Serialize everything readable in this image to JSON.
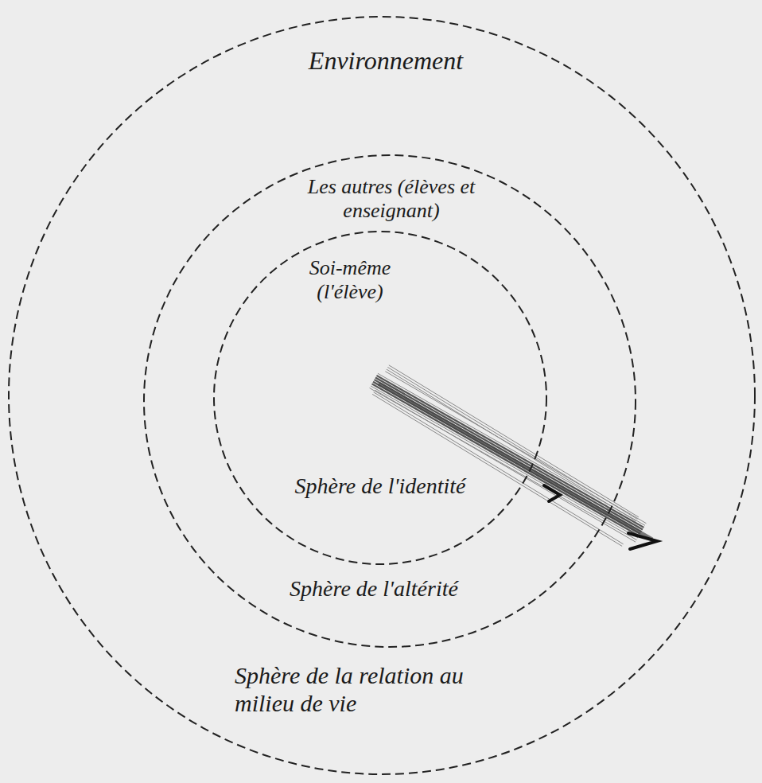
{
  "diagram": {
    "nodes": [
      {
        "text": [
          "Environnement",
          "Sphère de la relation au milieu de vie"
        ]
      },
      {
        "text": [
          "Les autres (élèves et enseignant)",
          "Sphère de l'altérité"
        ],
        "in": 0
      },
      {
        "text": [
          "Soi-même (l'élève)",
          "Sphère de l'identité"
        ],
        "in": 1
      }
    ]
  }
}
